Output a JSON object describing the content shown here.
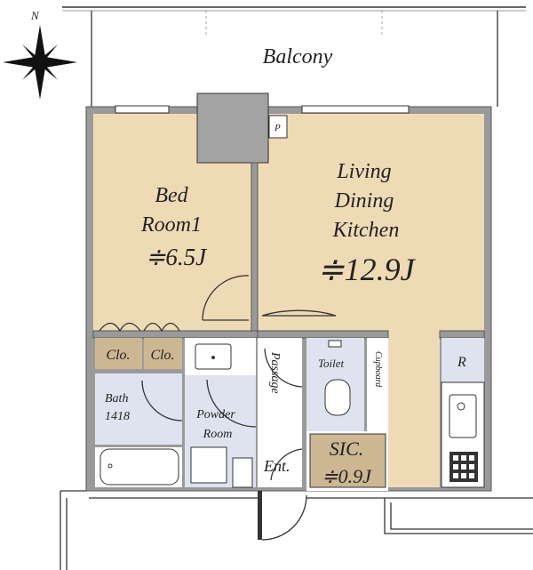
{
  "compass": {
    "north_label": "N"
  },
  "rooms": {
    "balcony": "Balcony",
    "pipe_space": "P",
    "bedroom": {
      "line1": "Bed",
      "line2": "Room1",
      "area": "≑6.5J"
    },
    "ldk": {
      "line1": "Living",
      "line2": "Dining",
      "line3": "Kitchen",
      "area": "≑12.9J"
    },
    "closet1": "Clo.",
    "closet2": "Clo.",
    "bath": {
      "line1": "Bath",
      "line2": "1418"
    },
    "powder": {
      "line1": "Powder",
      "line2": "Room"
    },
    "passage": "Passage",
    "toilet": "Toilet",
    "cupboard": "Cupboard",
    "sic": {
      "line1": "SIC.",
      "area": "≑0.9J"
    },
    "entrance": "Ent.",
    "refrigerator": "R"
  },
  "colors": {
    "living": "#efdab6",
    "wet": "#dfe3ef",
    "storage": "#cdb793",
    "wall": "#9a9a9a"
  }
}
